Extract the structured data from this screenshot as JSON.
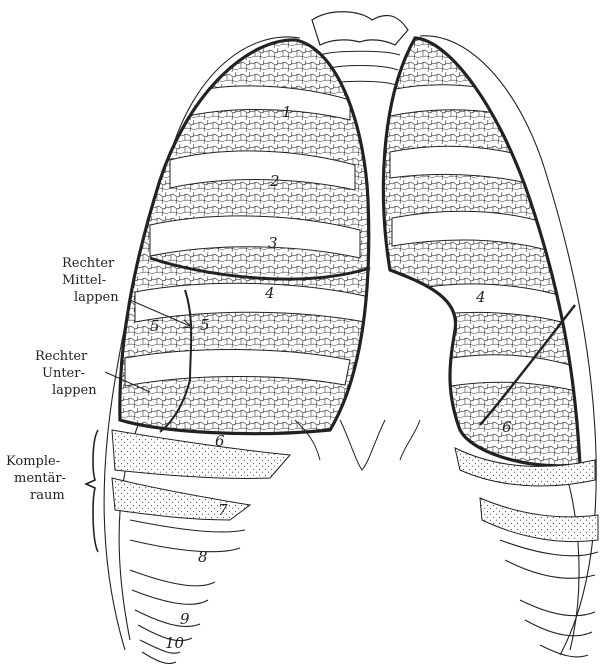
{
  "labels": {
    "mittel_1": "Rechter",
    "mittel_2": "Mittel-",
    "mittel_3": "lappen",
    "unter_1": "Rechter",
    "unter_2": "Unter-",
    "unter_3": "lappen",
    "komp_1": "Komple-",
    "komp_2": "mentär-",
    "komp_3": "raum"
  },
  "rib_numbers": {
    "r1": "1",
    "r2": "2",
    "r3": "3",
    "r4": "4",
    "r5": "5",
    "r5b": "5",
    "r6": "6",
    "r7": "7",
    "r8": "8",
    "r9": "9",
    "r10": "10",
    "l4": "4",
    "l6": "6"
  },
  "colors": {
    "ink": "#222222",
    "stipple": "#555555",
    "paper": "#ffffff"
  }
}
